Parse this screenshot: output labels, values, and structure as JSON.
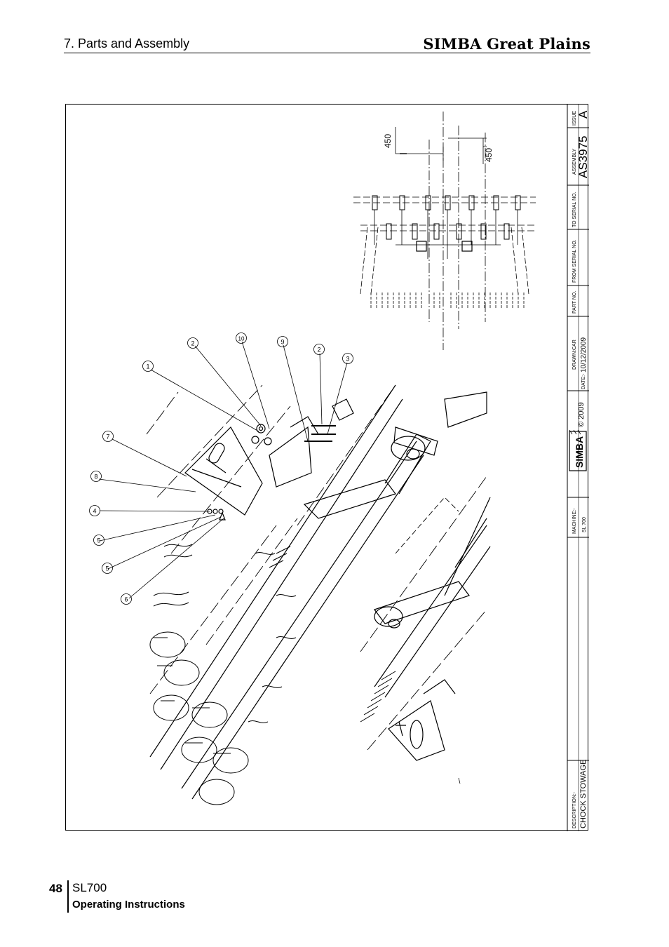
{
  "header": {
    "section_title": "7. Parts and Assembly",
    "brand": "SIMBA Great Plains"
  },
  "footer": {
    "page_number": "48",
    "model": "SL700",
    "doc_type": "Operating Instructions"
  },
  "drawing": {
    "balloons": [
      "1",
      "2",
      "10",
      "9",
      "2",
      "3",
      "7",
      "8",
      "4",
      "5",
      "5",
      "6"
    ],
    "dimensions": [
      "450",
      "450"
    ]
  },
  "title_block": {
    "issue_label": "ISSUE",
    "issue_value": "A",
    "assembly_label": "ASSEMBLY",
    "assembly_value": "AS3975",
    "to_serial_label": "TO SERIAL NO.",
    "from_serial_label": "FROM SERIAL NO.",
    "part_no_label": "PART NO.",
    "drawn_label": "DRAWN:-",
    "drawn_value": "CAR",
    "date_label": "DATE:-",
    "date_value": "10/12/2009",
    "logo_text": "SIMBA",
    "copyright": "© 2009",
    "machine_label": "MACHINE:-",
    "machine_value": "SL 700",
    "description_label": "DESCRIPTION:-",
    "description_value": "CHOCK STOWAGE"
  }
}
